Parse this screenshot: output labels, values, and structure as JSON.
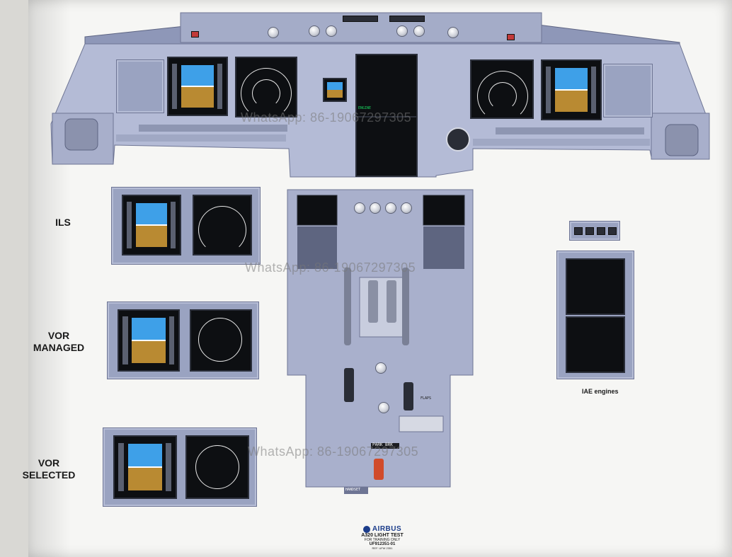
{
  "labels": {
    "ils": "ILS",
    "vor_managed": "VOR\nMANAGED",
    "vor_selected": "VOR\nSELECTED",
    "iae_engines": "IAE engines"
  },
  "watermark": "WhatsApp: 86-19067297305",
  "footer": {
    "brand": "AIRBUS",
    "title": "A320 LIGHT TEST",
    "line1": "FOR TRAINING ONLY",
    "line2": "UF912351-01",
    "ref": "REF. UFW 2351"
  },
  "panel_texts": {
    "pedestal_park_brk": "PARK BRK",
    "pedestal_handset": "HANDSET",
    "pedestal_flaps": "FLAPS",
    "ecam_engine": "ENGINE"
  },
  "colors": {
    "panel": "#9aa3c1",
    "panel_dark": "#6e7594",
    "sky": "#3ea0e8",
    "ground": "#b98a32",
    "screen": "#0d0f12"
  }
}
